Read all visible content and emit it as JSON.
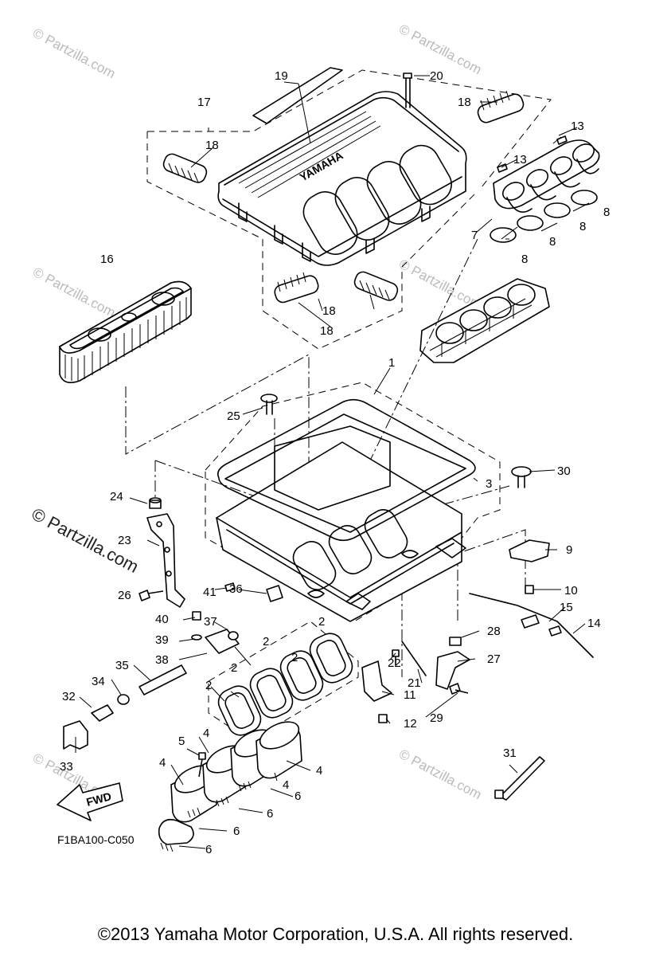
{
  "diagram": {
    "code": "F1BA100-C050",
    "fwd_label": "FWD",
    "brand_text": "YAMAHA",
    "copyright": "©2013 Yamaha Motor Corporation, U.S.A. All rights reserved.",
    "watermark": "© Partzilla.com",
    "callouts": [
      {
        "id": "c1",
        "n": "1"
      },
      {
        "id": "c2a",
        "n": "2"
      },
      {
        "id": "c2b",
        "n": "2"
      },
      {
        "id": "c2c",
        "n": "2"
      },
      {
        "id": "c2d",
        "n": "2"
      },
      {
        "id": "c2e",
        "n": "2"
      },
      {
        "id": "c3",
        "n": "3"
      },
      {
        "id": "c4a",
        "n": "4"
      },
      {
        "id": "c4b",
        "n": "4"
      },
      {
        "id": "c4c",
        "n": "4"
      },
      {
        "id": "c4d",
        "n": "4"
      },
      {
        "id": "c5",
        "n": "5"
      },
      {
        "id": "c6a",
        "n": "6"
      },
      {
        "id": "c6b",
        "n": "6"
      },
      {
        "id": "c6c",
        "n": "6"
      },
      {
        "id": "c6d",
        "n": "6"
      },
      {
        "id": "c7",
        "n": "7"
      },
      {
        "id": "c8a",
        "n": "8"
      },
      {
        "id": "c8b",
        "n": "8"
      },
      {
        "id": "c8c",
        "n": "8"
      },
      {
        "id": "c8d",
        "n": "8"
      },
      {
        "id": "c9",
        "n": "9"
      },
      {
        "id": "c10",
        "n": "10"
      },
      {
        "id": "c11",
        "n": "11"
      },
      {
        "id": "c12",
        "n": "12"
      },
      {
        "id": "c13a",
        "n": "13"
      },
      {
        "id": "c13b",
        "n": "13"
      },
      {
        "id": "c14",
        "n": "14"
      },
      {
        "id": "c15",
        "n": "15"
      },
      {
        "id": "c16",
        "n": "16"
      },
      {
        "id": "c17",
        "n": "17"
      },
      {
        "id": "c18a",
        "n": "18"
      },
      {
        "id": "c18b",
        "n": "18"
      },
      {
        "id": "c18c",
        "n": "18"
      },
      {
        "id": "c18d",
        "n": "18"
      },
      {
        "id": "c19",
        "n": "19"
      },
      {
        "id": "c20",
        "n": "20"
      },
      {
        "id": "c21",
        "n": "21"
      },
      {
        "id": "c22",
        "n": "22"
      },
      {
        "id": "c23",
        "n": "23"
      },
      {
        "id": "c24",
        "n": "24"
      },
      {
        "id": "c25",
        "n": "25"
      },
      {
        "id": "c26",
        "n": "26"
      },
      {
        "id": "c27",
        "n": "27"
      },
      {
        "id": "c28",
        "n": "28"
      },
      {
        "id": "c29",
        "n": "29"
      },
      {
        "id": "c30",
        "n": "30"
      },
      {
        "id": "c31",
        "n": "31"
      },
      {
        "id": "c32",
        "n": "32"
      },
      {
        "id": "c33",
        "n": "33"
      },
      {
        "id": "c34",
        "n": "34"
      },
      {
        "id": "c35",
        "n": "35"
      },
      {
        "id": "c36",
        "n": "36"
      },
      {
        "id": "c37",
        "n": "37"
      },
      {
        "id": "c38",
        "n": "38"
      },
      {
        "id": "c39",
        "n": "39"
      },
      {
        "id": "c40",
        "n": "40"
      },
      {
        "id": "c41",
        "n": "41"
      }
    ]
  }
}
